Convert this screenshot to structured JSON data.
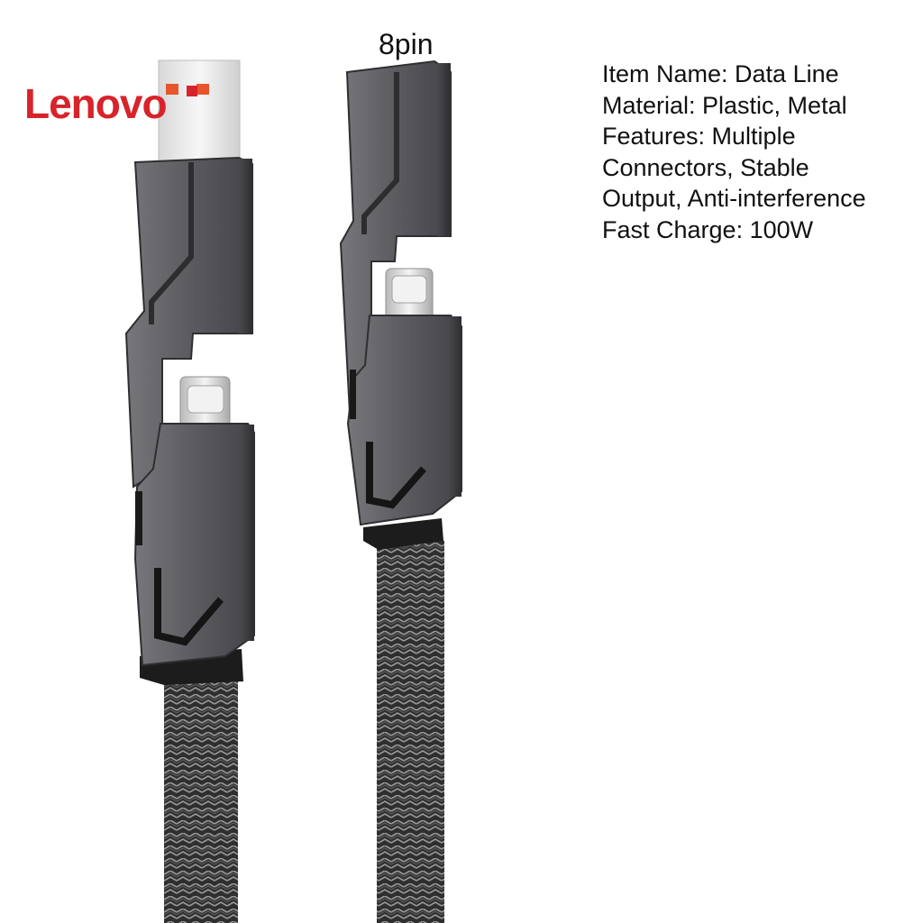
{
  "brand": {
    "name": "Lenovo",
    "color": "#d8232a"
  },
  "connector_label": "8pin",
  "specs": [
    "Item Name: Data Line",
    "Material: Plastic, Metal",
    "Features: Multiple",
    "Connectors, Stable",
    "Output, Anti-interference",
    "Fast Charge: 100W"
  ],
  "colors": {
    "metal": "#5f5f63",
    "metal_dark": "#3e3e42",
    "usb_plug": "#ececec",
    "usb_insert": "#e8552d",
    "braid": "#3b3b3b"
  }
}
